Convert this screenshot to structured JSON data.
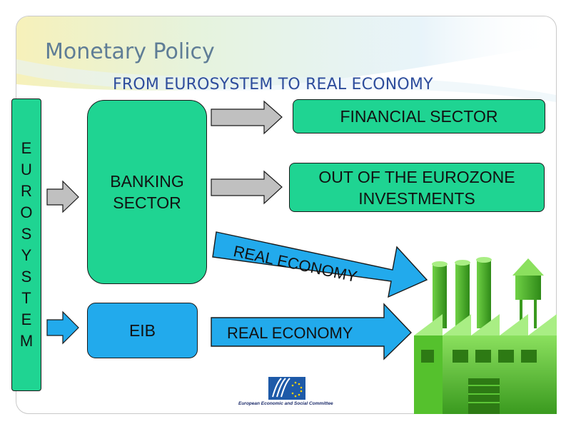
{
  "slide": {
    "title": "Monetary Policy",
    "subtitle": "FROM EUROSYSTEM TO REAL ECONOMY"
  },
  "nodes": {
    "eurosystem_letters": [
      "E",
      "U",
      "R",
      "O",
      "S",
      "Y",
      "S",
      "T",
      "E",
      "M"
    ],
    "banking_sector": [
      "BANKING",
      "SECTOR"
    ],
    "eib": "EIB",
    "financial_sector": "FINANCIAL SECTOR",
    "out_of_eurozone": [
      "OUT OF THE EUROZONE",
      "INVESTMENTS"
    ]
  },
  "flows": {
    "banking_to_real_economy": "REAL ECONOMY",
    "eib_to_real_economy": "REAL ECONOMY"
  },
  "logo": {
    "caption": "European Economic and Social Committee",
    "icon": "eesc-logo-icon"
  },
  "illustration": {
    "icon": "factory-icon"
  },
  "colors": {
    "green_box": "#1fd492",
    "blue_box": "#22aaec",
    "grey_arrow": "#c0c0c0",
    "title": "#5f7d96",
    "subtitle": "#2e4d9c",
    "factory": "#5cc636"
  }
}
